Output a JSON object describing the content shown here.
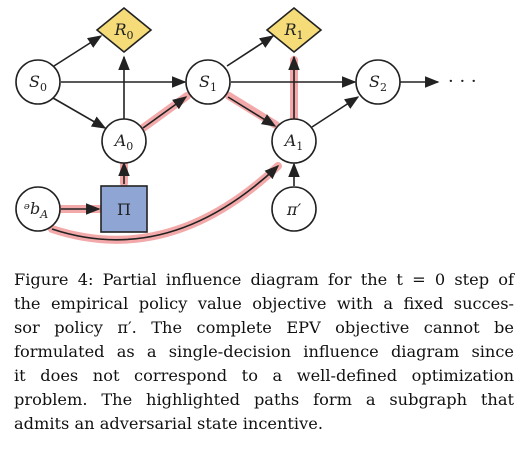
{
  "nodes": {
    "r0": {
      "base": "R",
      "sub": "0"
    },
    "r1": {
      "base": "R",
      "sub": "1"
    },
    "s0": {
      "base": "S",
      "sub": "0"
    },
    "s1": {
      "base": "S",
      "sub": "1"
    },
    "s2": {
      "base": "S",
      "sub": "2"
    },
    "a0": {
      "base": "A",
      "sub": "0"
    },
    "a1": {
      "base": "A",
      "sub": "1"
    },
    "pa": {
      "base": "ᵊb",
      "sub": "A"
    },
    "pi": {
      "label": "Π"
    },
    "pi_prime": {
      "label": "π′"
    },
    "ellipsis": "· · ·"
  },
  "colors": {
    "decision_fill": "#8fa5d3",
    "utility_fill": "#f5dc79",
    "highlight": "#f3a9a9",
    "stroke": "#222222"
  },
  "caption": {
    "lines": [
      "Figure 4: Partial influence diagram for the t = 0 step of",
      "the empirical policy value objective with a fixed succes-",
      "sor policy π′. The complete EPV objective cannot be",
      "formulated as a single-decision influence diagram since",
      "it does not correspond to a well-defined optimization",
      "problem. The highlighted paths form a subgraph that",
      "admits an adversarial state incentive."
    ]
  }
}
